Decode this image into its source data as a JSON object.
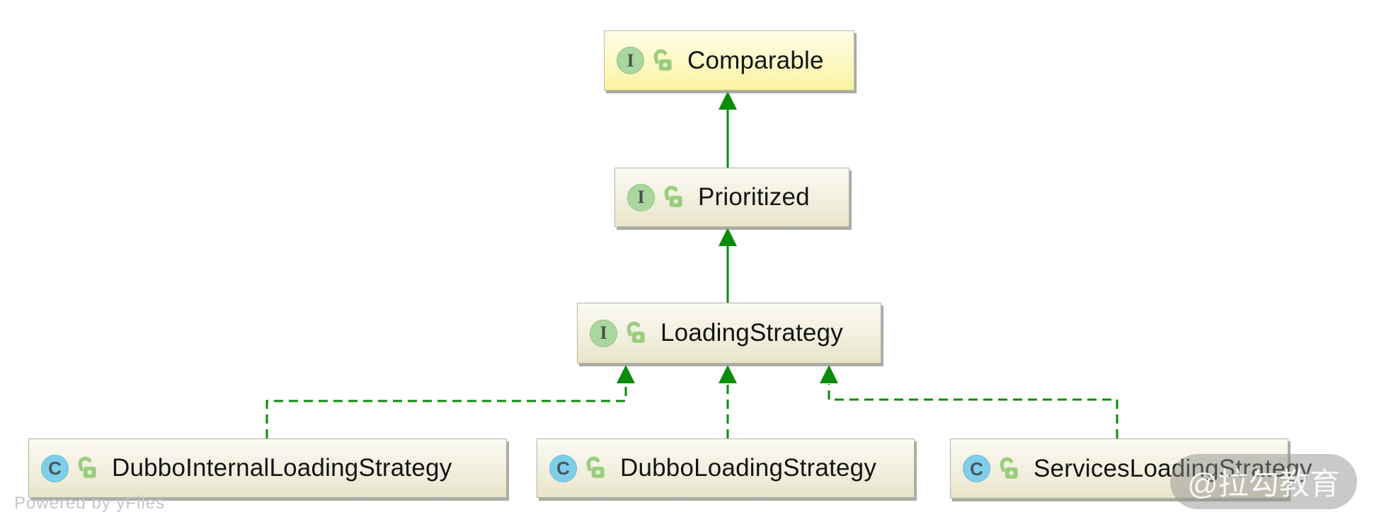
{
  "diagram": {
    "icon_letters": {
      "interface": "I",
      "class": "C"
    },
    "nodes": [
      {
        "id": "comparable",
        "label": "Comparable",
        "kind": "interface",
        "visibility": "public",
        "highlighted": true
      },
      {
        "id": "prioritized",
        "label": "Prioritized",
        "kind": "interface",
        "visibility": "public",
        "highlighted": false
      },
      {
        "id": "loading-strategy",
        "label": "LoadingStrategy",
        "kind": "interface",
        "visibility": "public",
        "highlighted": false
      },
      {
        "id": "dubbo-internal-loading-strategy",
        "label": "DubboInternalLoadingStrategy",
        "kind": "class",
        "visibility": "public",
        "highlighted": false
      },
      {
        "id": "dubbo-loading-strategy",
        "label": "DubboLoadingStrategy",
        "kind": "class",
        "visibility": "public",
        "highlighted": false
      },
      {
        "id": "services-loading-strategy",
        "label": "ServicesLoadingStrategy",
        "kind": "class",
        "visibility": "public",
        "highlighted": false
      }
    ],
    "edges": [
      {
        "from": "prioritized",
        "to": "comparable",
        "type": "extends",
        "style": "solid"
      },
      {
        "from": "loading-strategy",
        "to": "prioritized",
        "type": "extends",
        "style": "solid"
      },
      {
        "from": "dubbo-internal-loading-strategy",
        "to": "loading-strategy",
        "type": "implements",
        "style": "dashed"
      },
      {
        "from": "dubbo-loading-strategy",
        "to": "loading-strategy",
        "type": "implements",
        "style": "dashed"
      },
      {
        "from": "services-loading-strategy",
        "to": "loading-strategy",
        "type": "implements",
        "style": "dashed"
      }
    ],
    "colors": {
      "edge_green": "#0a8c0a",
      "interface_icon": "#aad79f",
      "class_icon": "#7fcee9",
      "lock_icon": "#9bcd7f",
      "highlight_fill_top": "#fffee9",
      "highlight_fill_bottom": "#faf2a2",
      "node_fill_top": "#fbfaf3",
      "node_fill_bottom": "#e9e5ca"
    }
  },
  "footer": {
    "powered_by": "Powered by yFiles"
  },
  "watermark": {
    "text": "@拉勾教育"
  }
}
